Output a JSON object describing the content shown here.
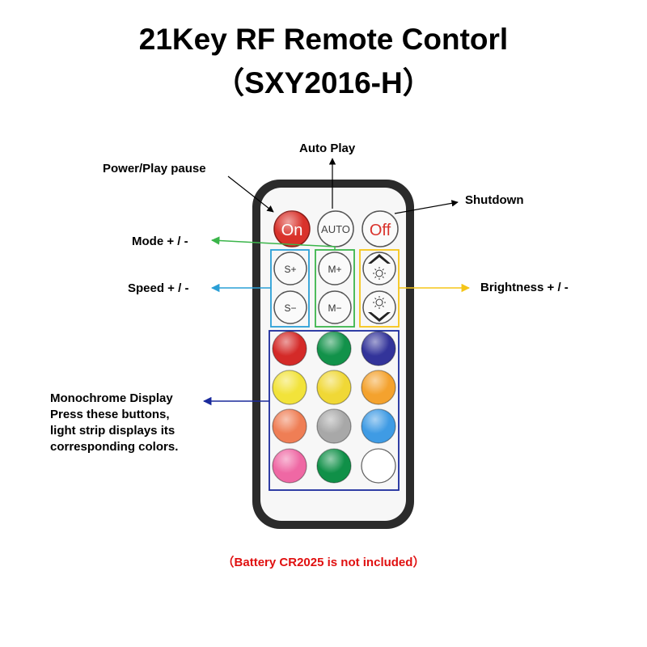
{
  "title": {
    "line1": "21Key RF Remote Contorl",
    "line2": "（SXY2016-H）"
  },
  "labels": {
    "power": "Power/Play pause",
    "auto": "Auto Play",
    "shutdown": "Shutdown",
    "mode": "Mode + / -",
    "speed": "Speed + / -",
    "brightness": "Brightness + / -",
    "mono_1": "Monochrome Display",
    "mono_2": "Press these buttons,",
    "mono_3": "light strip displays its",
    "mono_4": "corresponding colors."
  },
  "remote": {
    "on_label": "On",
    "auto_label": "AUTO",
    "off_label": "Off",
    "speed_up": "S+",
    "speed_down": "S−",
    "mode_up": "M+",
    "mode_down": "M−"
  },
  "colors": {
    "on_button": "#d9322b",
    "mode_box": "#3bb54a",
    "speed_box": "#2a9fd6",
    "brightness_box": "#f5c518",
    "mono_box": "#1a2a9c",
    "note": "#e01010",
    "color_buttons": [
      "#d42a28",
      "#12924a",
      "#33349a",
      "#f2e33a",
      "#f0d836",
      "#f4a22e",
      "#ef7e55",
      "#a8a8a8",
      "#3f9be4",
      "#ef68a4",
      "#109048",
      "#ffffff"
    ]
  },
  "note": "（Battery CR2025 is not included）"
}
